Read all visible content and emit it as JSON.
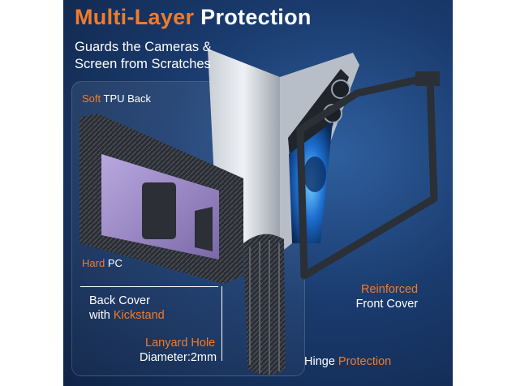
{
  "title": {
    "accent": "Multi-Layer",
    "rest": "Protection"
  },
  "subtitle": {
    "line1": "Guards the Cameras &",
    "line2": "Screen from Scratches"
  },
  "labels": {
    "soft_tpu": {
      "accent": "Soft",
      "rest": "TPU Back"
    },
    "hard_pc": {
      "accent": "Hard",
      "rest": "PC"
    },
    "back_cover": {
      "line1": "Back Cover",
      "line2_prefix": "with",
      "line2_accent": "Kickstand"
    },
    "lanyard": {
      "accent": "Lanyard Hole",
      "rest": "Diameter:2mm"
    },
    "front_cover": {
      "accent": "Reinforced",
      "rest": "Front Cover"
    },
    "hinge": {
      "prefix": "Hinge",
      "accent": "Protection"
    }
  },
  "colors": {
    "accent": "#f07b2c",
    "text": "#ffffff",
    "bg_dark": "#0f2447",
    "bg_light": "#2f5f9e"
  },
  "icons": [
    "back-case-illustration",
    "folding-phone-illustration",
    "front-frame-illustration",
    "hinge-cover-illustration"
  ]
}
